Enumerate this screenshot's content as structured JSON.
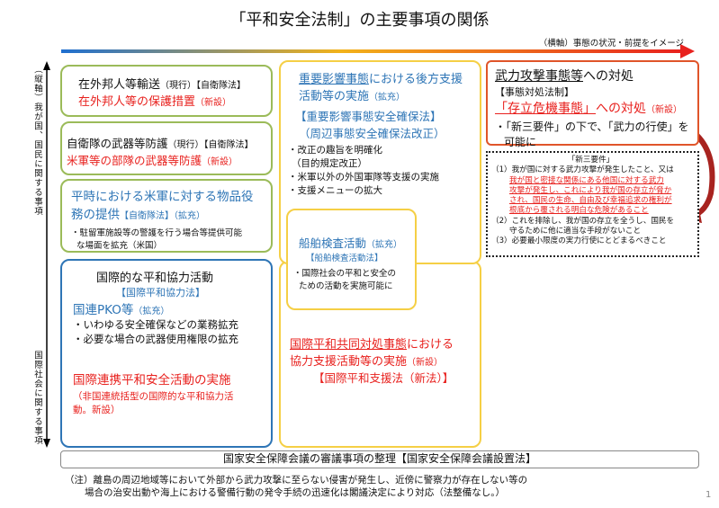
{
  "title": "「平和安全法制」の主要事項の関係",
  "axes": {
    "horizontal": "（横軸）事態の状況・前提をイメージ",
    "vertical_top": "（縦軸）我が国、国民に関する事項",
    "vertical_bottom": "国際社会に関する事項"
  },
  "box_evac": {
    "l1": "在外邦人等輸送",
    "l1s": "（現行）【自衛隊法】",
    "l2": "在外邦人等の保護措置",
    "l2s": "（新設）"
  },
  "box_weapons": {
    "l1": "自衛隊の武器等防護",
    "l1s": "（現行）【自衛隊法】",
    "l2": "米軍等の部隊の武器等防護",
    "l2s": "（新設）"
  },
  "box_supply": {
    "l1": "平時における米軍に対する物品役",
    "l2": "務の提供",
    "l2s": "【自衛隊法】（拡充）",
    "b1": "・駐留軍施設等の警護を行う場合等提供可能",
    "b1b": "な場面を拡充（米国）"
  },
  "box_pko": {
    "h": "国際的な平和協力活動",
    "law": "【国際平和協力法】",
    "pko": "国連PKO等",
    "pkos": "（拡充）",
    "b1": "・いわゆる安全確保などの業務拡充",
    "b2": "・必要な場合の武器使用権限の拡充",
    "r1": "国際連携平和安全活動の実施",
    "r2": "（非国連統括型の国際的な平和協力活",
    "r3": "動。新設）"
  },
  "box_important": {
    "l1u": "重要影響事態",
    "l1": "における後方支援",
    "l2": "活動等の実施",
    "l2s": "（拡充）",
    "law1": "【重要影響事態安全確保法】",
    "law2": "（周辺事態安全確保法改正）",
    "b1": "・改正の趣旨を明確化",
    "b1b": "（目的規定改正）",
    "b2": "・米軍以外の外国軍隊等支援の実施",
    "b3": "・支援メニューの拡大"
  },
  "box_ship": {
    "h": "船舶検査活動",
    "hs": "（拡充）",
    "law": "【船舶検査活動法】",
    "b1": "・国際社会の平和と安全の",
    "b1b": "ための活動を実施可能に"
  },
  "box_intl": {
    "l1u": "国際平和共同対処事態",
    "l1": "における",
    "l2": "協力支援活動等の実施",
    "l2s": "（新設）",
    "law": "【国際平和支援法（新法）】"
  },
  "box_armed": {
    "l1u": "武力攻撃事態等",
    "l1": "への対処",
    "law": "【事態対処法制】",
    "l2u": "「存立危機事態」",
    "l2": "への対処",
    "l2s": "（新設）",
    "b1": "・「新三要件」の下で、「武力の行使」を",
    "b1b": "可能に"
  },
  "box_req": {
    "h": "「新三要件」",
    "r1": "（1）我が国に対する武力攻撃が発生したこと、又は",
    "r1a": "我が国と密接な関係にある他国に対する武力",
    "r1b": "攻撃が発生し、これにより我が国の存立が脅か",
    "r1c": "され、国民の生命、自由及び幸福追求の権利が",
    "r1d": "根底から覆される明白な危険があること",
    "r2": "（2）これを排除し、我が国の存立を全うし、国民を",
    "r2b": "守るために他に適当な手段がないこと",
    "r3": "（3）必要最小限度の実力行使にとどまるべきこと"
  },
  "bottom": "国家安全保障会議の審議事項の整理【国家安全保障会議設置法】",
  "note": {
    "l1": "（注）離島の周辺地域等において外部から武力攻撃に至らない侵害が発生し、近傍に警察力が存在しない等の",
    "l2": "場合の治安出動や海上における警備行動の発令手続の迅速化は閣議決定により対応（法整備なし。）"
  },
  "page": "1",
  "colors": {
    "green": "#9bbb59",
    "blue": "#2e75b6",
    "yellow": "#f5cf45",
    "red": "#e8211e",
    "orange": "#e0552a"
  }
}
